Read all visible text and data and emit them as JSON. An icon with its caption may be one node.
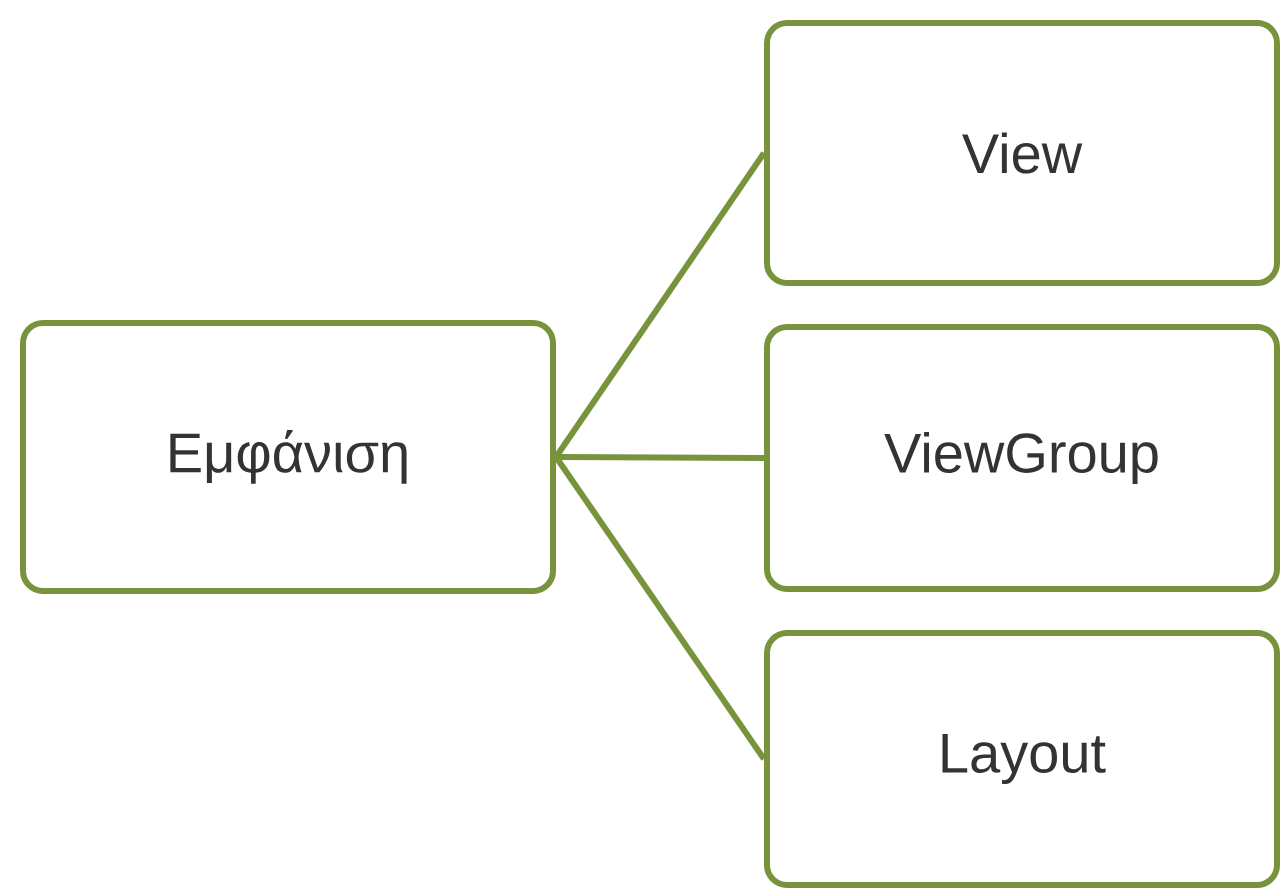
{
  "diagram": {
    "nodes": [
      {
        "text": [
          "Εμφάνιση"
        ]
      },
      {
        "text": [
          "View"
        ]
      },
      {
        "text": [
          "ViewGroup"
        ]
      },
      {
        "text": [
          "Layout"
        ]
      }
    ],
    "edges": [
      {
        "from": 0,
        "to": 1,
        "arrow": "none"
      },
      {
        "from": 0,
        "to": 2,
        "arrow": "none"
      },
      {
        "from": 0,
        "to": 3,
        "arrow": "none"
      }
    ]
  }
}
